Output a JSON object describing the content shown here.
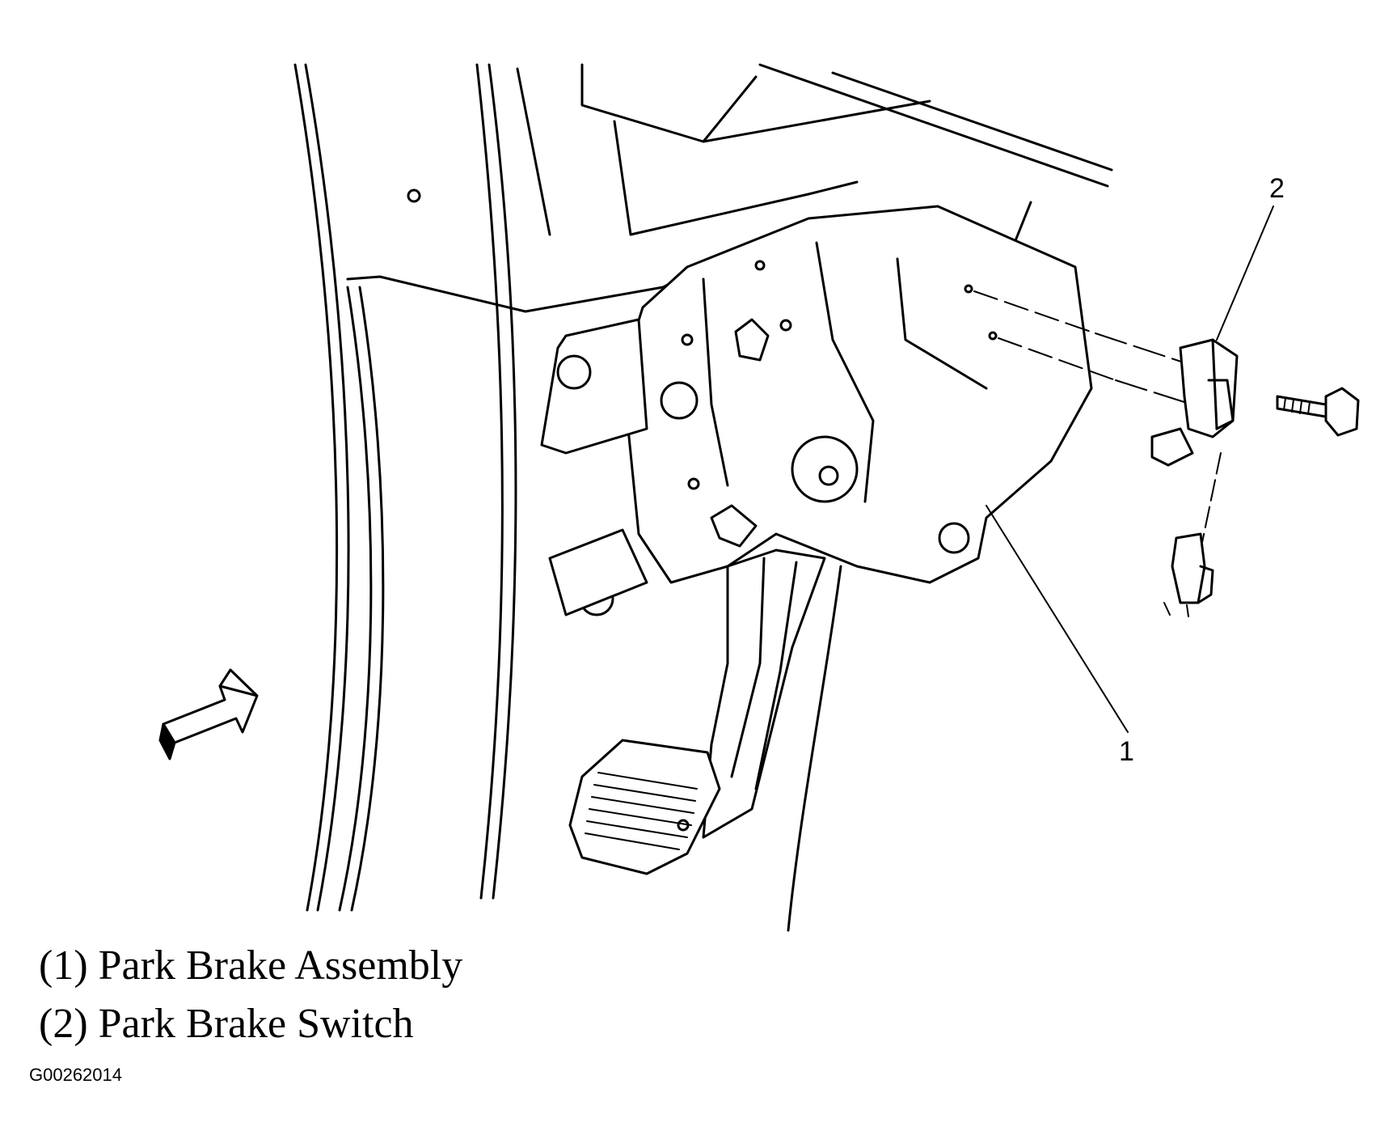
{
  "diagram": {
    "callouts": [
      {
        "number": "1",
        "name": "Park Brake Assembly"
      },
      {
        "number": "2",
        "name": "Park Brake Switch"
      }
    ],
    "legend": [
      "(1) Park Brake Assembly",
      "(2) Park Brake Switch"
    ],
    "figure_id": "G00262014"
  }
}
